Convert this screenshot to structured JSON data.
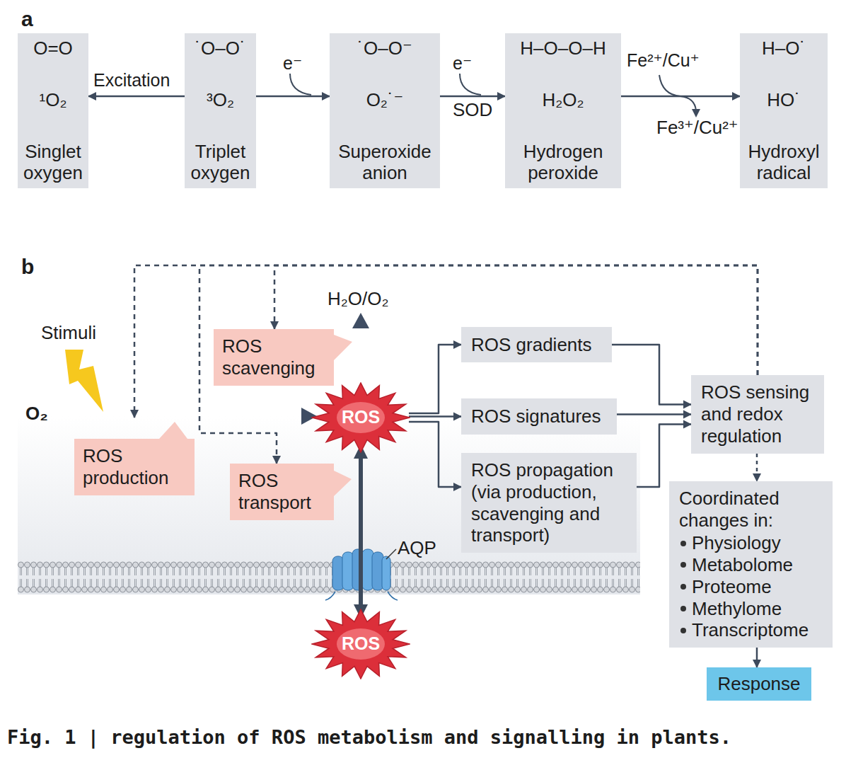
{
  "diagram": {
    "caption": "Fig. 1 | regulation of ROS metabolism and signalling in plants.",
    "nodes": [
      {
        "text": [
          "O=O",
          "¹O₂",
          "Singlet oxygen"
        ]
      },
      {
        "text": [
          "˙O–O˙",
          "³O₂",
          "Triplet oxygen"
        ]
      },
      {
        "text": [
          "˙O–O⁻",
          "O₂˙⁻",
          "Superoxide anion"
        ]
      },
      {
        "text": [
          "H–O–O–H",
          "H₂O₂",
          "Hydrogen peroxide"
        ]
      },
      {
        "text": [
          "H–O˙",
          "HO˙",
          "Hydroxyl radical"
        ]
      },
      {
        "text": [
          "ROS scavenging"
        ]
      },
      {
        "text": [
          "ROS production"
        ]
      },
      {
        "text": [
          "ROS transport"
        ]
      },
      {
        "text": [
          "ROS"
        ]
      },
      {
        "text": [
          "ROS"
        ]
      },
      {
        "text": [
          "ROS gradients"
        ]
      },
      {
        "text": [
          "ROS signatures"
        ]
      },
      {
        "text": [
          "ROS propagation (via production, scavenging and transport)"
        ]
      },
      {
        "text": [
          "ROS sensing and redox regulation"
        ]
      },
      {
        "text": [
          "Coordinated changes in:",
          "Physiology",
          "Metabolome",
          "Proteome",
          "Methylome",
          "Transcriptome"
        ]
      },
      {
        "text": [
          "Response"
        ]
      }
    ],
    "edges": [
      {
        "from": 1,
        "to": 0,
        "arrow": "to",
        "label": "Excitation"
      },
      {
        "from": 1,
        "to": 2,
        "arrow": "to",
        "label": "e⁻"
      },
      {
        "from": 2,
        "to": 3,
        "arrow": "to",
        "label": "e⁻"
      },
      {
        "from": 3,
        "to": 4,
        "arrow": "to",
        "label": "Fe²⁺/Cu⁺"
      },
      {
        "from": 13,
        "to": 6,
        "arrow": "to"
      },
      {
        "from": 13,
        "to": 7,
        "arrow": "to"
      },
      {
        "from": 13,
        "to": 5,
        "arrow": "to"
      },
      {
        "from": 8,
        "to": 10,
        "arrow": "to"
      },
      {
        "from": 8,
        "to": 11,
        "arrow": "to"
      },
      {
        "from": 8,
        "to": 12,
        "arrow": "to"
      },
      {
        "from": 10,
        "to": 13,
        "arrow": "to"
      },
      {
        "from": 11,
        "to": 13,
        "arrow": "to"
      },
      {
        "from": 12,
        "to": 13,
        "arrow": "to"
      },
      {
        "from": 13,
        "to": 14,
        "arrow": "to"
      },
      {
        "from": 14,
        "to": 15,
        "arrow": "to"
      },
      {
        "from": 8,
        "to": 9,
        "arrow": "both"
      }
    ],
    "labels": [
      "a",
      "b",
      "SOD",
      "Fe³⁺/Cu²⁺",
      "Stimuli",
      "O₂",
      "H₂O/O₂",
      "AQP"
    ]
  }
}
